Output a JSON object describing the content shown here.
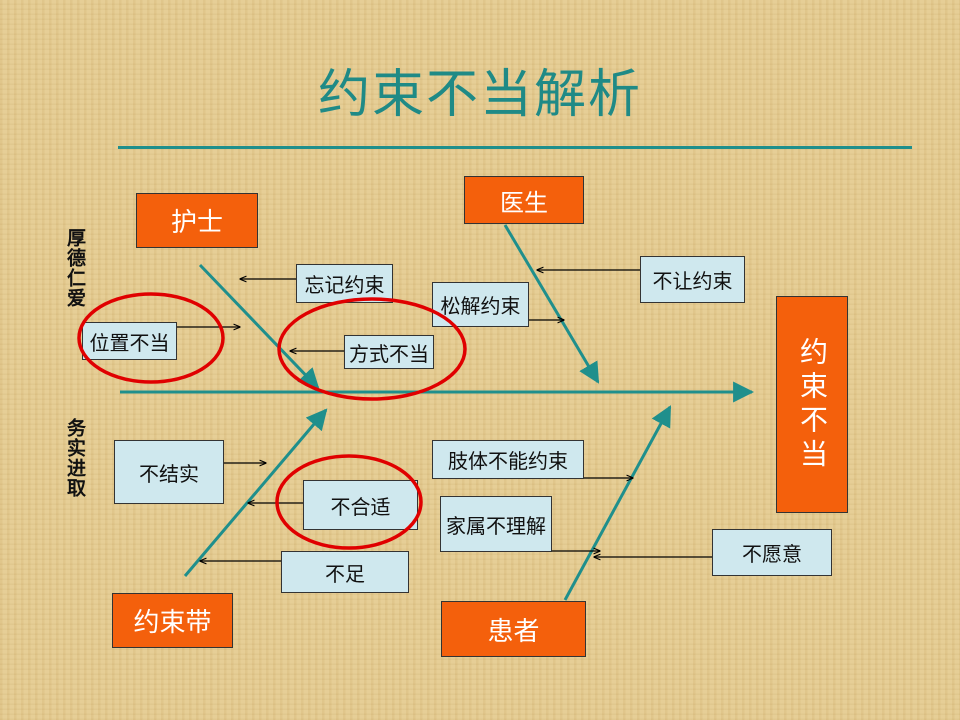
{
  "title": "约束不当解析",
  "effect": "约束不当",
  "categories": {
    "nurse": "护士",
    "doctor": "医生",
    "restraint_belt": "约束带",
    "patient": "患者"
  },
  "causes": {
    "forget_restraint": "忘记约束",
    "wrong_position": "位置不当",
    "wrong_method": "方式不当",
    "loosen_restraint": "松解约束",
    "refuse_restraint": "不让约束",
    "not_secure": "不结实",
    "unsuitable": "不合适",
    "insufficient": "不足",
    "limb_unrestrainable": "肢体不能约束",
    "family_not_understand": "家属不理解",
    "unwilling": "不愿意"
  },
  "side_labels": {
    "upper": "厚德仁爱",
    "lower": "务实进取"
  },
  "colors": {
    "category_fill": "#f4600c",
    "cause_fill": "#cfe8ee",
    "bone": "#1f8f8c",
    "highlight": "#e00000"
  }
}
